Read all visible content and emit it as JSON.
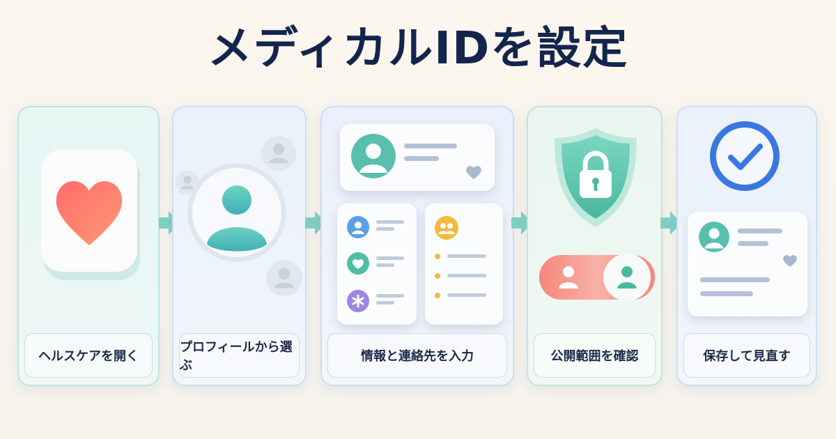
{
  "title": "メディカルIDを設定",
  "steps": [
    {
      "label": "ヘルスケアを開く",
      "icon": "heart-icon"
    },
    {
      "label": "プロフィールから選ぶ",
      "icon": "profile-icon"
    },
    {
      "label": "情報と連絡先を入力",
      "icon": "form-icon"
    },
    {
      "label": "公開範囲を確認",
      "icon": "shield-lock-icon"
    },
    {
      "label": "保存して見直す",
      "icon": "checkmark-icon"
    }
  ],
  "colors": {
    "title": "#14254d",
    "teal": "#4fc2ad",
    "heart": "#f76b6b",
    "blue_check": "#3a78e0",
    "arrow": "#7fcfc3"
  }
}
